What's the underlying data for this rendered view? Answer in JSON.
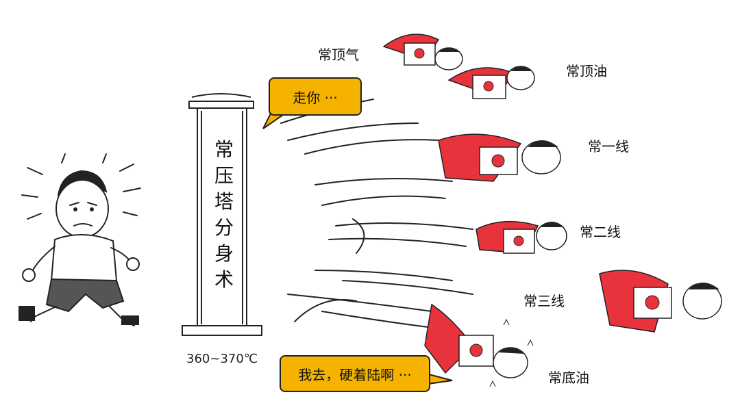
{
  "tower": {
    "chars": [
      "常",
      "压",
      "塔",
      "分",
      "身",
      "术"
    ]
  },
  "temperature": "360~370℃",
  "bubbles": {
    "top": "走你 ···",
    "bottom": "我去，硬着陆啊 ···"
  },
  "fractions": {
    "gas": "常顶气",
    "top_oil": "常顶油",
    "line1": "常一线",
    "line2": "常二线",
    "line3": "常三线",
    "bottom_oil": "常底油"
  }
}
